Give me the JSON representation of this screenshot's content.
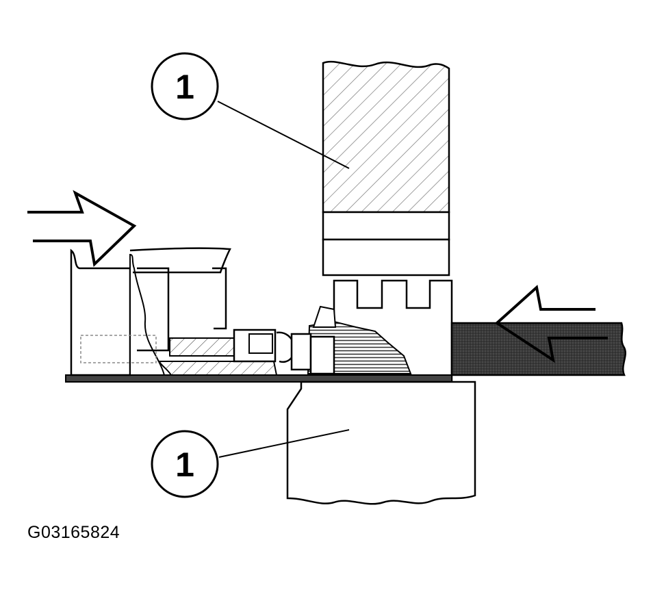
{
  "figure": {
    "callouts": [
      {
        "label": "1",
        "target": "upper-hatched-component"
      },
      {
        "label": "1",
        "target": "lower-support-block"
      }
    ],
    "arrows": [
      {
        "name": "left-arrow",
        "direction": "right"
      },
      {
        "name": "right-arrow",
        "direction": "left"
      }
    ],
    "id_code": "G03165824"
  }
}
